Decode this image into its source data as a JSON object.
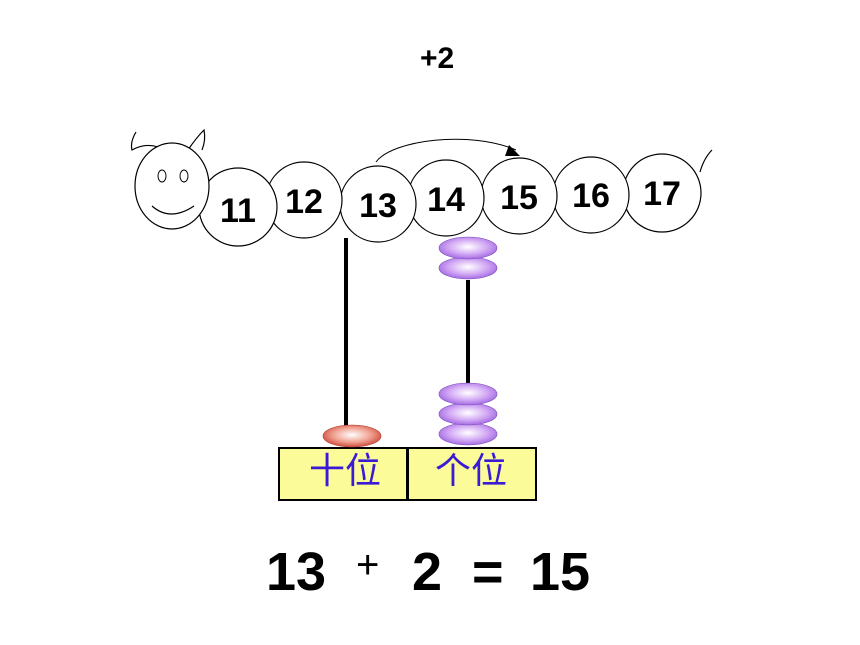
{
  "step_label": "+2",
  "caterpillar_numbers": [
    "11",
    "12",
    "13",
    "14",
    "15",
    "16",
    "17"
  ],
  "abacus": {
    "tens_label": "十位",
    "ones_label": "个位",
    "tens_beads": 1,
    "ones_beads": 5,
    "tens_bead_color": "#e0503c",
    "ones_bead_color": "#a86ee6",
    "label_box_color": "#fbfb9a"
  },
  "equation": {
    "left": "13",
    "op": "+",
    "right": "2",
    "equals": "=",
    "result": "15"
  }
}
